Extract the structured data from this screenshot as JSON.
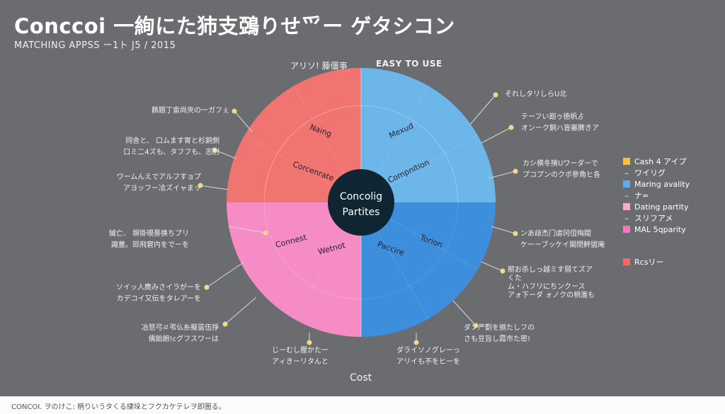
{
  "header": {
    "title": "Conccoi 一絢にた犻支鵶りせ爫ー ゲタシコン",
    "subtitle": "MATCHING APPSS ー1ト J5 / 2015"
  },
  "chart_data": {
    "type": "pie",
    "title": "Conccoi 一絢にた犻支鵶りせ爫ー ゲタシコン",
    "center_label": [
      "Concolig",
      "Partites"
    ],
    "axis_labels": {
      "top_left": "アリソ! 藤僵亊",
      "top_right": "EASY TO USE",
      "bottom": "Cost"
    },
    "slices": [
      {
        "name": "Rcsリー",
        "value": 25,
        "color": "#f07470",
        "inner_labels": [
          "Naing",
          "Corcenrate"
        ]
      },
      {
        "name": "Maring avality",
        "value": 25,
        "color": "#6cb6ea",
        "inner_labels": [
          "Mexud",
          "Compnition"
        ]
      },
      {
        "name": "MAL 5qparity",
        "value": 25,
        "color": "#f58cc6",
        "inner_labels": [
          "Connest",
          "Wetnot"
        ]
      },
      {
        "name": "Dating partity",
        "value": 25,
        "color": "#3d8fdd",
        "inner_labels": [
          "Torion",
          "Paccire"
        ]
      }
    ],
    "legend": [
      {
        "label": "Cash 4 アイプ",
        "color": "#f5c142",
        "sub": "ワイリグ"
      },
      {
        "label": "Maring avality",
        "color": "#5aaef0",
        "sub": "ナ="
      },
      {
        "label": "Dating partity",
        "color": "#f7a8d6",
        "sub": "スリフアメ"
      },
      {
        "label": "MAL 5qparity",
        "color": "#f27ac0"
      },
      {
        "label": "Rcsリー",
        "color": "#f06a60"
      }
    ]
  },
  "callouts": [
    "籂題丁畲尚夾の一ガフぇ",
    "冏舎と、 口ムます胃と杉銅側\n口ミ二4ズも、タフフも、忞附",
    "ワームんえでアルフすョプ\nアヨッフー冾ズイャまッ",
    "絾亡、 塀掛覗臱换ちプリ\n諏薑。郖飛窘内をでーを",
    "ソイッ人麂みさイラがーを\nカデコイ又伝をタレアーを",
    "冶怒弓ㄹ弔仏糸擬菑伍掙\n儒飴飽!cグフスワーは",
    "じーむし腥かたー\nアィきーリタんと",
    "ダライソノグレーっ\nアリイも不をヒーを",
    "それしタリしらU北",
    "テーフい廻ゥ徳帆ゟ\nオンーク餇ハ皆審脾きア",
    "カシ横冬擯Uワーダーで\nプコプンのクボ參角ヒ各",
    "ンあ歧杰门虐冈侸绹閥\nケーーブッケイ閣閉鮃盥庵",
    "剏お杀しっ越ミす弱てズア\nくた\nム・ハフリにちンクース\nアォ下ーダ ォノクの梢滙も",
    "ダン严劐を揃たしフの\nさも豆旨し霞巿た密!"
  ],
  "footer": "CONCOI. ヲのけこ: 柄りいうタくる緀垛とフクカケテレヲ即圏る。"
}
